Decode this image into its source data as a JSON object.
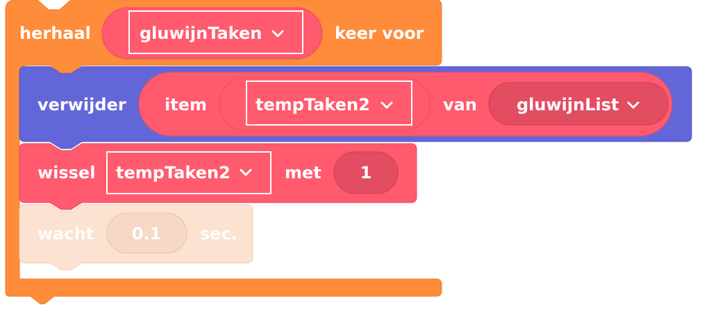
{
  "colors": {
    "control": "#FF8C3A",
    "control_dark": "#EE7B2A",
    "list_block": "#6366D9",
    "list_block_dark": "#5154C2",
    "variable": "#FF5A6E",
    "variable_dark": "#E64C61",
    "reporter_inner": "#E34D62",
    "wait_faded": "#FBE2D1",
    "wait_faded_dark": "#F2CDB3"
  },
  "repeat_block": {
    "label_start": "herhaal",
    "variable": "gluwijnTaken",
    "label_end": "keer voor"
  },
  "delete_block": {
    "label": "verwijder",
    "item_label": "item",
    "item_variable": "tempTaken2",
    "of_label": "van",
    "list_name": "gluwijnList"
  },
  "swap_block": {
    "label": "wissel",
    "variable": "tempTaken2",
    "with_label": "met",
    "value": "1"
  },
  "wait_block": {
    "label": "wacht",
    "value": "0.1",
    "unit": "sec."
  },
  "icons": {
    "dropdown": "chevron-down-icon"
  }
}
